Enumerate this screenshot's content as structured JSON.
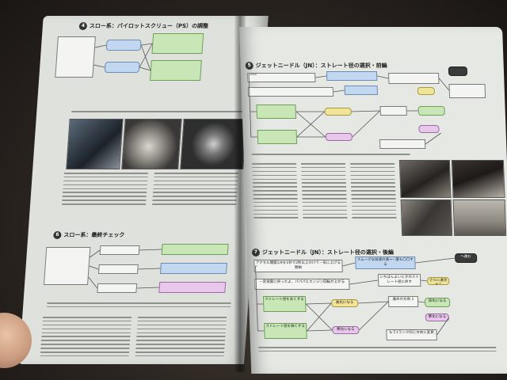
{
  "left_page": {
    "section_top": {
      "number": "4",
      "title": "スロー系：パイロットスクリュー（PS）の調整"
    },
    "section_mid": {
      "number": "6",
      "title": "スロー系：最終チェック"
    }
  },
  "right_page": {
    "section_top": {
      "number": "5",
      "title": "ジェットニードル（JN）：ストレート径の選択・前編"
    },
    "section_bottom": {
      "number": "7",
      "title": "ジェットニードル（JN）：ストレート径の選択・後編"
    },
    "flow_bottom": {
      "start_label": "アクセル開度1/4を1秒で2秒以上かけて一気に上げる開始",
      "ok_path": "一定速度に戻ったよ、パパパとエンジン回転が上がる",
      "box_taper": "スムーズな加速の道→一度も〇〇する",
      "box_next": "へ進む",
      "box_check": "いちばんよいときのストレート径に戻す",
      "box_thick": "ストレート径を太くする",
      "box_thin": "ストレート径を細くする",
      "badge_a": "さらに進化する",
      "badge_b": "進化になる",
      "badge_c": "進めの方向 1",
      "badge_d": "良化になる",
      "badge_e": "もう1ランク同じ方向に変更",
      "badge_f": "悪化になる"
    }
  },
  "colors": {
    "green": "#c9e7b6",
    "blue": "#c2d8f0",
    "purple": "#e7c7ea",
    "yellow": "#f0e49a"
  }
}
